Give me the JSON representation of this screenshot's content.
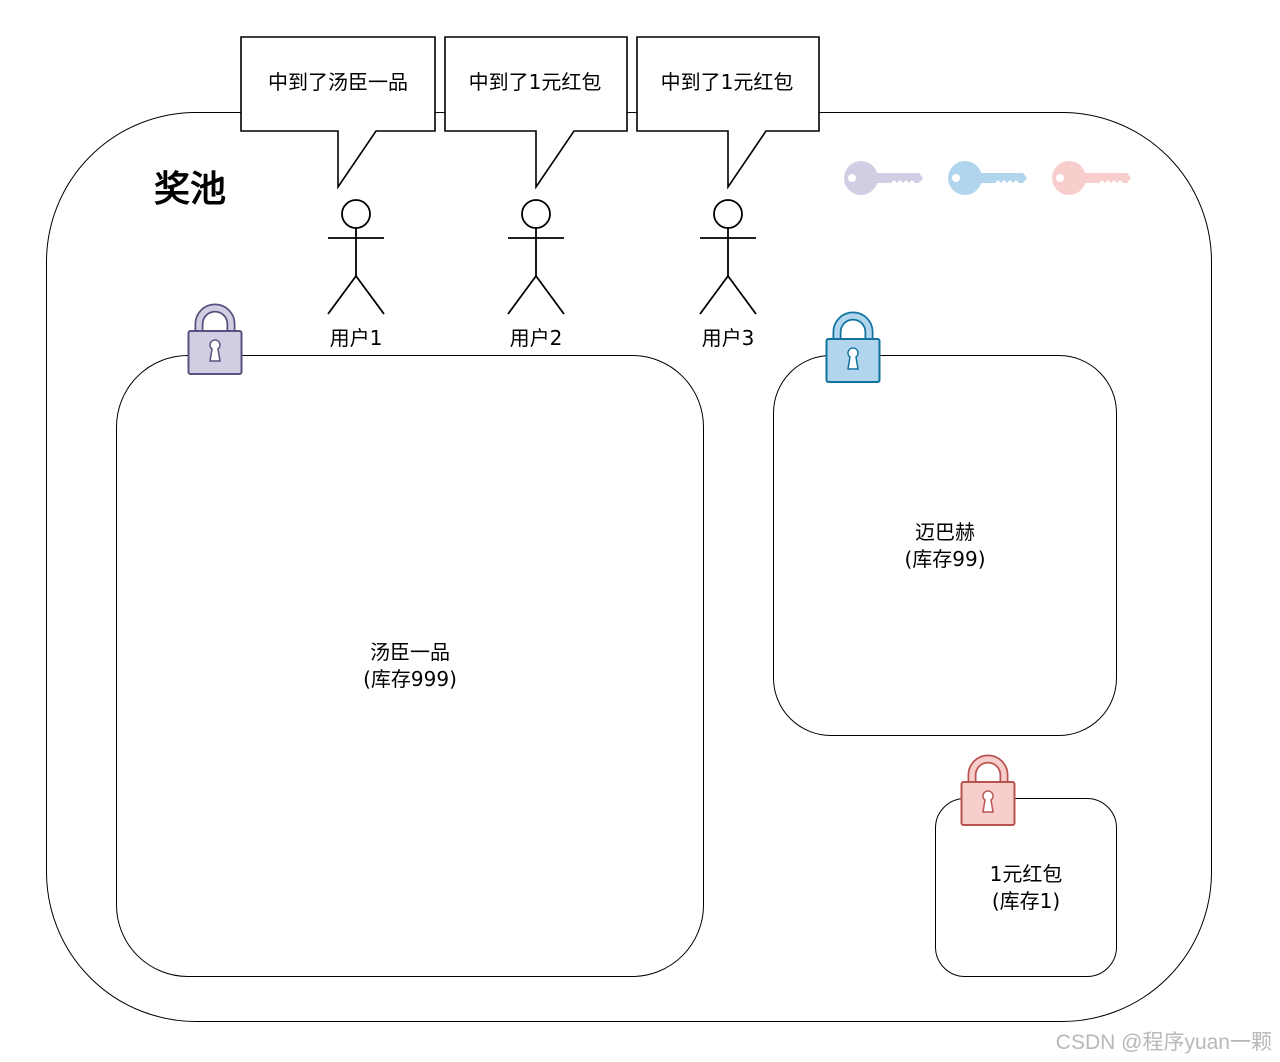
{
  "pool": {
    "title": "奖池"
  },
  "users": [
    {
      "label": "用户1",
      "callout": "中到了汤臣一品"
    },
    {
      "label": "用户2",
      "callout": "中到了1元红包"
    },
    {
      "label": "用户3",
      "callout": "中到了1元红包"
    }
  ],
  "prizes": [
    {
      "name": "汤臣一品",
      "stock": "(库存999)",
      "lock_color": "#d0cee2",
      "lock_stroke": "#56517e"
    },
    {
      "name": "迈巴赫",
      "stock": "(库存99)",
      "lock_color": "#b1d5ec",
      "lock_stroke": "#10739e"
    },
    {
      "name": "1元红包",
      "stock": "(库存1)",
      "lock_color": "#f8cecc",
      "lock_stroke": "#b85450"
    }
  ],
  "keys": [
    {
      "name": "purple-key",
      "color": "#d0cee2"
    },
    {
      "name": "blue-key",
      "color": "#b1d5ec"
    },
    {
      "name": "red-key",
      "color": "#f8cecc"
    }
  ],
  "watermark": "CSDN @程序yuan一颗"
}
